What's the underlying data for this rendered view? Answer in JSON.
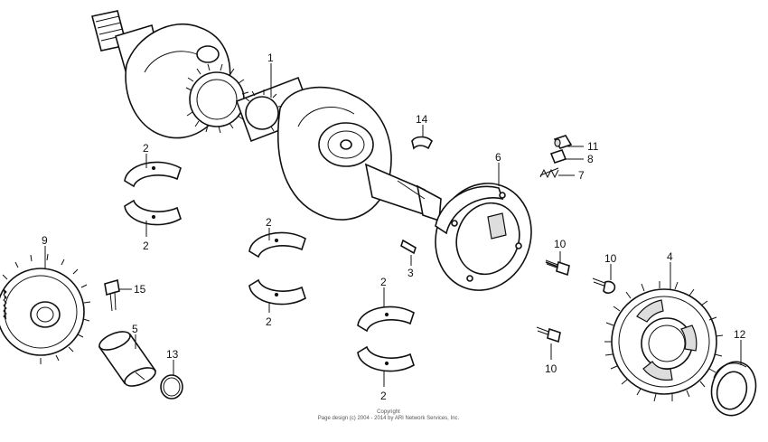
{
  "diagram": {
    "callouts": [
      {
        "id": "c1",
        "text": "1"
      },
      {
        "id": "c2a",
        "text": "2"
      },
      {
        "id": "c2b",
        "text": "2"
      },
      {
        "id": "c2c",
        "text": "2"
      },
      {
        "id": "c2d",
        "text": "2"
      },
      {
        "id": "c2e",
        "text": "2"
      },
      {
        "id": "c2f",
        "text": "2"
      },
      {
        "id": "c3",
        "text": "3"
      },
      {
        "id": "c4",
        "text": "4"
      },
      {
        "id": "c5",
        "text": "5"
      },
      {
        "id": "c6",
        "text": "6"
      },
      {
        "id": "c7",
        "text": "7"
      },
      {
        "id": "c8",
        "text": "8"
      },
      {
        "id": "c9",
        "text": "9"
      },
      {
        "id": "c10a",
        "text": "10"
      },
      {
        "id": "c10b",
        "text": "10"
      },
      {
        "id": "c10c",
        "text": "10"
      },
      {
        "id": "c11",
        "text": "11"
      },
      {
        "id": "c12",
        "text": "12"
      },
      {
        "id": "c13",
        "text": "13"
      },
      {
        "id": "c14",
        "text": "14"
      },
      {
        "id": "c15",
        "text": "15"
      }
    ]
  },
  "footer": {
    "line1": "Copyright",
    "line2": "Page design (c) 2004 - 2014 by ARI Network Services, Inc."
  }
}
